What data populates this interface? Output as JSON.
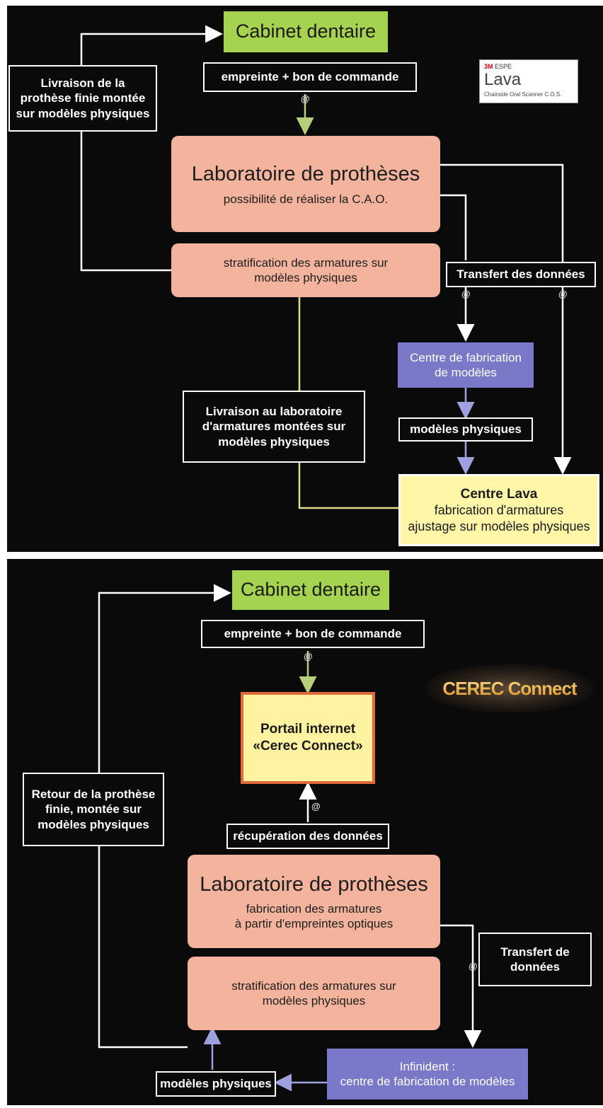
{
  "lava": {
    "cabinet": "Cabinet dentaire",
    "empreinte": "empreinte + bon de commande",
    "at_symbol": "@",
    "livraison_prothese": "Livraison de la prothèse finie montée sur modèles physiques",
    "labo_title": "Laboratoire de prothèses",
    "labo_sub": "possibilité de réaliser la C.A.O.",
    "stratification": "stratification des armatures sur modèles physiques",
    "transfert": "Transfert des données",
    "centre_fab": "Centre de fabrication de modèles",
    "modeles": "modèles physiques",
    "livraison_labo": "Livraison au laboratoire d'armatures montées sur modèles physiques",
    "centre_lava_title": "Centre Lava",
    "centre_lava_l1": "fabrication d'armatures",
    "centre_lava_l2": "ajustage sur modèles physiques",
    "logo_brand_3m": "3M",
    "logo_brand_espe": " ESPE",
    "logo_name": "Lava",
    "logo_tagline": "Chairside Oral Scanner C.O.S."
  },
  "cerec": {
    "cabinet": "Cabinet dentaire",
    "empreinte": "empreinte + bon de commande",
    "at_symbol": "@",
    "portail_l1": "Portail internet",
    "portail_l2": "«Cerec Connect»",
    "retour": "Retour de la prothèse finie, montée sur modèles physiques",
    "recuperation": "récupération des données",
    "labo_title": "Laboratoire de prothèses",
    "labo_sub1": "fabrication des armatures",
    "labo_sub2": "à partir d'empreintes optiques",
    "stratification": "stratification des armatures sur modèles physiques",
    "transfert": "Transfert de données",
    "modeles": "modèles physiques",
    "infinident_l1": "Infinident :",
    "infinident_l2": "centre de fabrication de modèles",
    "logo_text": "CEREC Connect"
  },
  "colors": {
    "background": "#0a0a0a",
    "green": "#a5d34f",
    "salmon": "#f4b39c",
    "purple": "#7a78c8",
    "yellow": "#fff6a8",
    "arrow_white": "#ffffff",
    "arrow_green": "#b7cf7a",
    "arrow_yellow": "#dedc86",
    "arrow_purple": "#9ea0e0"
  }
}
